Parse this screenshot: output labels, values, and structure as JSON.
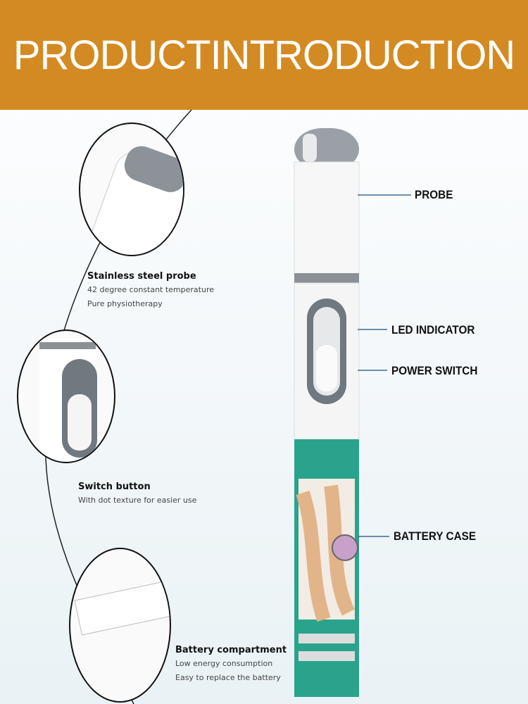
{
  "banner": {
    "title": "PRODUCTINTRODUCTION",
    "color": "#d48a22"
  },
  "parts": [
    {
      "label": "PROBE"
    },
    {
      "label": "LED INDICATOR"
    },
    {
      "label": "POWER SWITCH"
    },
    {
      "label": "BATTERY CASE"
    }
  ],
  "features": [
    {
      "title": "Stainless steel probe",
      "lines": [
        "42 degree constant temperature",
        "Pure physiotherapy"
      ]
    },
    {
      "title": "Switch button",
      "lines": [
        "With dot texture for easier use"
      ]
    },
    {
      "title": "Battery compartment",
      "lines": [
        "Low energy consumption",
        "Easy to replace the battery"
      ]
    }
  ],
  "colors": {
    "leader_line": "#3a6d94",
    "battery_sleeve": "#2aa38c"
  }
}
